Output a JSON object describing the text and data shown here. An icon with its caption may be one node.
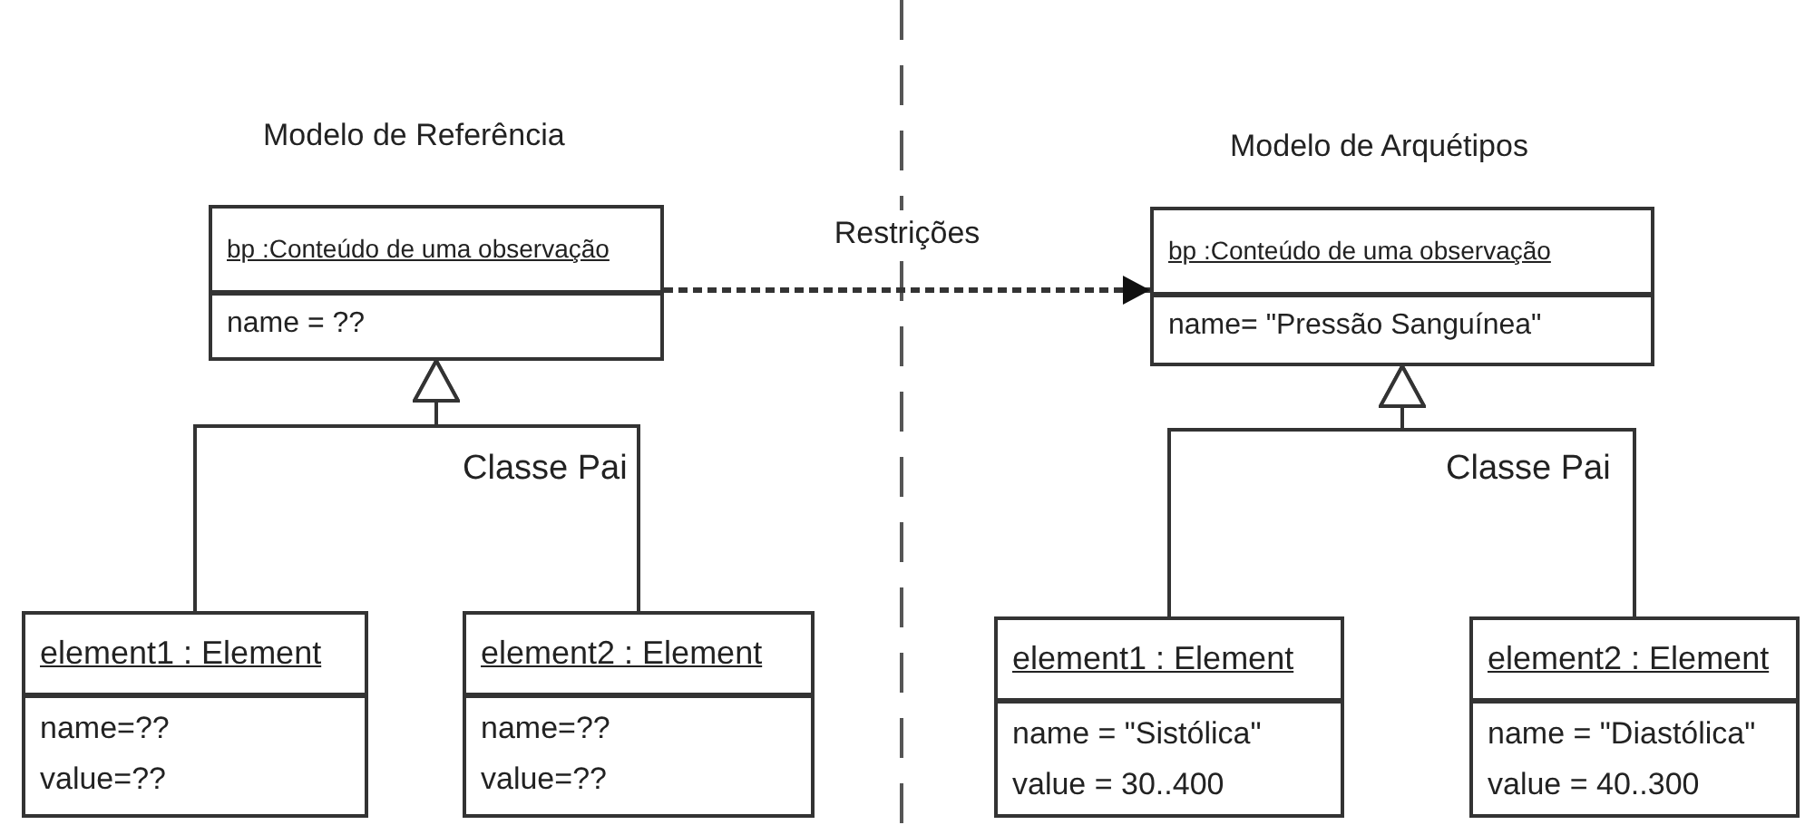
{
  "diagram": {
    "nodes": [
      {
        "text": [
          "bp :Conteúdo de uma observação",
          "name = ??"
        ]
      },
      {
        "text": [
          "element1 : Element",
          "name=??",
          "value=??"
        ]
      },
      {
        "text": [
          "element2 : Element",
          "name=??",
          "value=??"
        ]
      },
      {
        "text": [
          "bp :Conteúdo de uma observação",
          "name= \"Pressão Sanguínea\""
        ]
      },
      {
        "text": [
          "element1 : Element",
          "name = \"Sistólica\"",
          "value = 30..400"
        ]
      },
      {
        "text": [
          "element2 : Element",
          "name = \"Diastólica\"",
          "value = 40..300"
        ]
      }
    ],
    "edges": [
      {
        "from": 1,
        "to": 0,
        "arrow": "to"
      },
      {
        "from": 2,
        "to": 0,
        "arrow": "to"
      },
      {
        "from": 0,
        "to": 3,
        "arrow": "to",
        "label": "Restrições",
        "style": "dashed"
      },
      {
        "from": 4,
        "to": 3,
        "arrow": "to"
      },
      {
        "from": 5,
        "to": 3,
        "arrow": "to"
      }
    ],
    "labels": [
      "Modelo de Referência",
      "Modelo de Arquétipos",
      "Classe Pai",
      "Classe Pai"
    ]
  }
}
